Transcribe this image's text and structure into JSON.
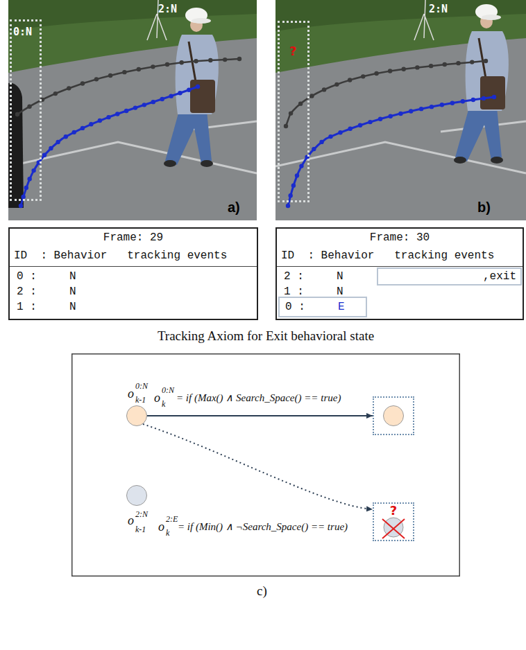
{
  "diagram": {
    "nodes": [
      {
        "text": [
          "0:N"
        ]
      },
      {
        "text": [
          "?"
        ]
      },
      {
        "text": [
          "Frame: 29",
          "ID  : Behavior   tracking events"
        ]
      },
      {
        "text": [
          "Frame: 30",
          "ID  : Behavior   tracking events"
        ]
      },
      {
        "text": [
          ",exit"
        ],
        "in": 3
      },
      {
        "text": [
          "0 :",
          "E"
        ],
        "in": 3
      },
      {
        "text": [
          "Tracking Axiom for Exit behavioral state"
        ]
      },
      {
        "text": [
          "o",
          "0:N",
          "k-1"
        ],
        "in": 6
      },
      {
        "text": [],
        "in": 6
      },
      {
        "text": [
          "?"
        ],
        "in": 6
      },
      {
        "text": [
          "o",
          "2:N",
          "k-1"
        ],
        "in": 6
      }
    ],
    "edges": [
      {
        "from": 7,
        "to": 8,
        "arrow": "to",
        "label": "= if (Max() ∧ Search_Space() == true)"
      },
      {
        "from": 7,
        "to": 9,
        "arrow": "to"
      }
    ],
    "labels": [
      "2:N",
      "a)",
      "2:N",
      "b)",
      "0 :",
      "N",
      "2 :",
      "N",
      "1 :",
      "N",
      "2 :",
      "N",
      "1 :",
      "N",
      "o",
      "0:N",
      "k",
      "o",
      "2:E",
      "k",
      "= if (Min() ∧ ¬Search_Space() == true)",
      "c)"
    ]
  }
}
